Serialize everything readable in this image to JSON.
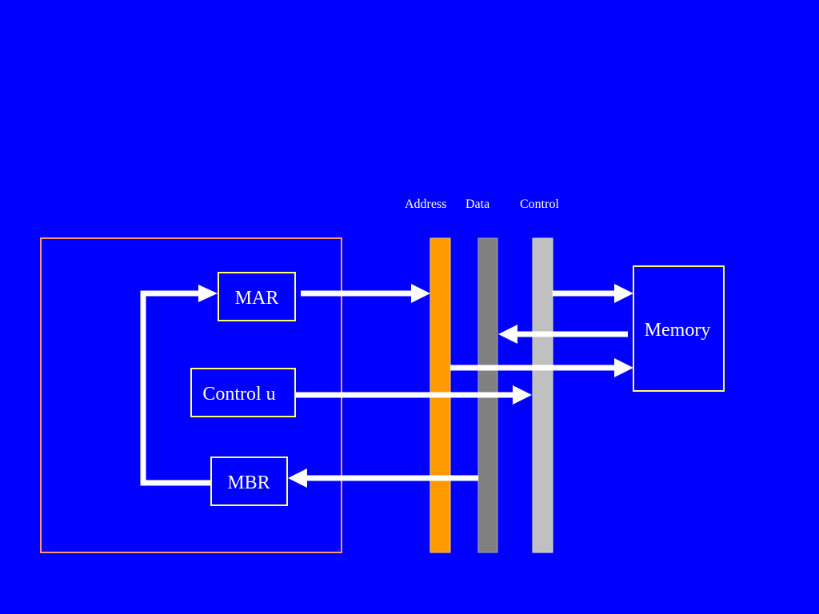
{
  "diagram": {
    "boxes": {
      "mar": "MAR",
      "control_unit": "Control u",
      "mbr": "MBR",
      "memory": "Memory"
    },
    "bus_labels": {
      "address": "Address",
      "data": "Data",
      "control": "Control"
    },
    "colors": {
      "background": "#0000ff",
      "cpu_border": "#ff9966",
      "box_border": "#ffff66",
      "address_bus": "#ff9900",
      "data_bus": "#808080",
      "control_bus": "#c0c0c0",
      "arrow": "#ffffff"
    }
  }
}
